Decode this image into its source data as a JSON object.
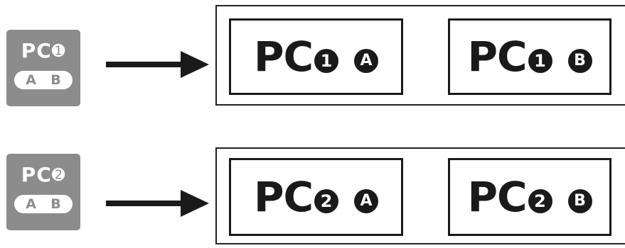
{
  "rows": [
    {
      "key": {
        "label": "PC",
        "num": "1",
        "left": "A",
        "right": "B"
      },
      "panel_a": {
        "label": "PC",
        "num": "1",
        "port": "A"
      },
      "panel_b": {
        "label": "PC",
        "num": "1",
        "port": "B"
      }
    },
    {
      "key": {
        "label": "PC",
        "num": "2",
        "left": "A",
        "right": "B"
      },
      "panel_a": {
        "label": "PC",
        "num": "2",
        "port": "A"
      },
      "panel_b": {
        "label": "PC",
        "num": "2",
        "port": "B"
      }
    }
  ],
  "colors": {
    "key_bg": "#8c8c8c",
    "ink": "#1a1a1a",
    "background": "#ffffff"
  },
  "icons": [
    "arrow-right-icon"
  ]
}
